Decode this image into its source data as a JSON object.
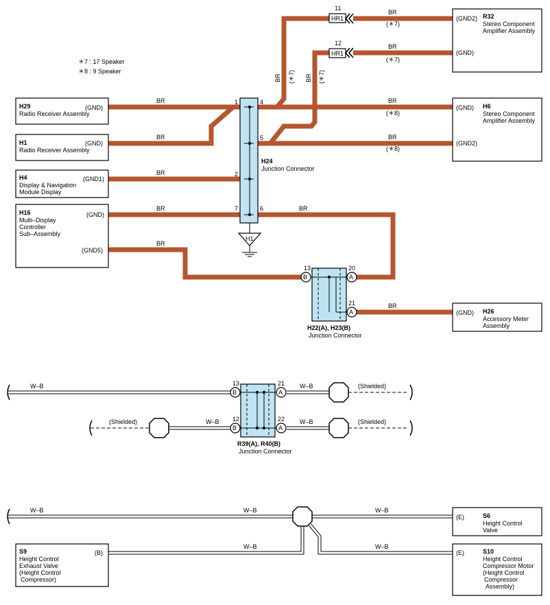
{
  "notes": [
    "＊7 : 17 Speaker",
    "＊8 : 9 Speaker"
  ],
  "components": {
    "h29": {
      "code": "H29",
      "name": "Radio Receiver Assembly",
      "terminal": "(GND)"
    },
    "h1": {
      "code": "H1",
      "name": "Radio Receiver Assembly",
      "terminal": "(GND)"
    },
    "h4": {
      "code": "H4",
      "name_lines": [
        "Display & Navigation",
        "Module Display"
      ],
      "terminal": "(GND1)"
    },
    "h16": {
      "code": "H16",
      "name_lines": [
        "Multi–Display",
        "Controller",
        "Sub–Assembly"
      ],
      "terminal_1": "(GND)",
      "terminal_2": "(GND5)"
    },
    "r32": {
      "code": "R32",
      "name_lines": [
        "Stereo Component",
        "Amplifier Assembly"
      ],
      "terminal_1": "(GND2)",
      "terminal_2": "(GND)"
    },
    "h6": {
      "code": "H6",
      "name_lines": [
        "Stereo Component",
        "Amplifier Assembly"
      ],
      "terminal_1": "(GND)",
      "terminal_2": "(GND2)"
    },
    "h26": {
      "code": "H26",
      "name_lines": [
        "Accessory Meter",
        "Assembly"
      ],
      "terminal": "(GND)"
    },
    "s6": {
      "code": "S6",
      "name_lines": [
        "Height Control",
        "Valve"
      ],
      "terminal": "(E)"
    },
    "s9": {
      "code": "S9",
      "name_lines": [
        "Height Control",
        "Exhaust Valve",
        "(Height Control",
        "Compressor)"
      ],
      "terminal": "(B)"
    },
    "s10": {
      "code": "S10",
      "name_lines": [
        "Height Control",
        "Compressor Motor",
        "(Height Control",
        "Compressor",
        "Assembly)"
      ],
      "terminal": "(E)"
    }
  },
  "junctions": {
    "h24": {
      "code": "H24",
      "name": "Junction Connector"
    },
    "h22": {
      "code": "H22(A), H23(B)",
      "name": "Junction Connector"
    },
    "r39": {
      "code": "R39(A), R40(B)",
      "name": "Junction Connector"
    }
  },
  "ground": {
    "label": "H1"
  },
  "connectors": {
    "hr1_a": "HR1",
    "hr1_b": "HR1",
    "pin_a": "11",
    "pin_b": "12"
  },
  "wire_colors": {
    "br": "BR",
    "wb": "W–B"
  },
  "shielded": "(Shielded)",
  "star7": "(＊7)",
  "star8": "(＊8)",
  "pins": {
    "p1": "1",
    "p2": "2",
    "p4": "4",
    "p5": "5",
    "p6": "6",
    "p7": "7",
    "p13": "13",
    "p20": "20",
    "p21": "21",
    "p12": "12",
    "p22": "22",
    "side_a": "A",
    "side_b": "B"
  },
  "colors": {
    "wire": "#b5562f",
    "junction_fill": "#bfe3f2"
  }
}
